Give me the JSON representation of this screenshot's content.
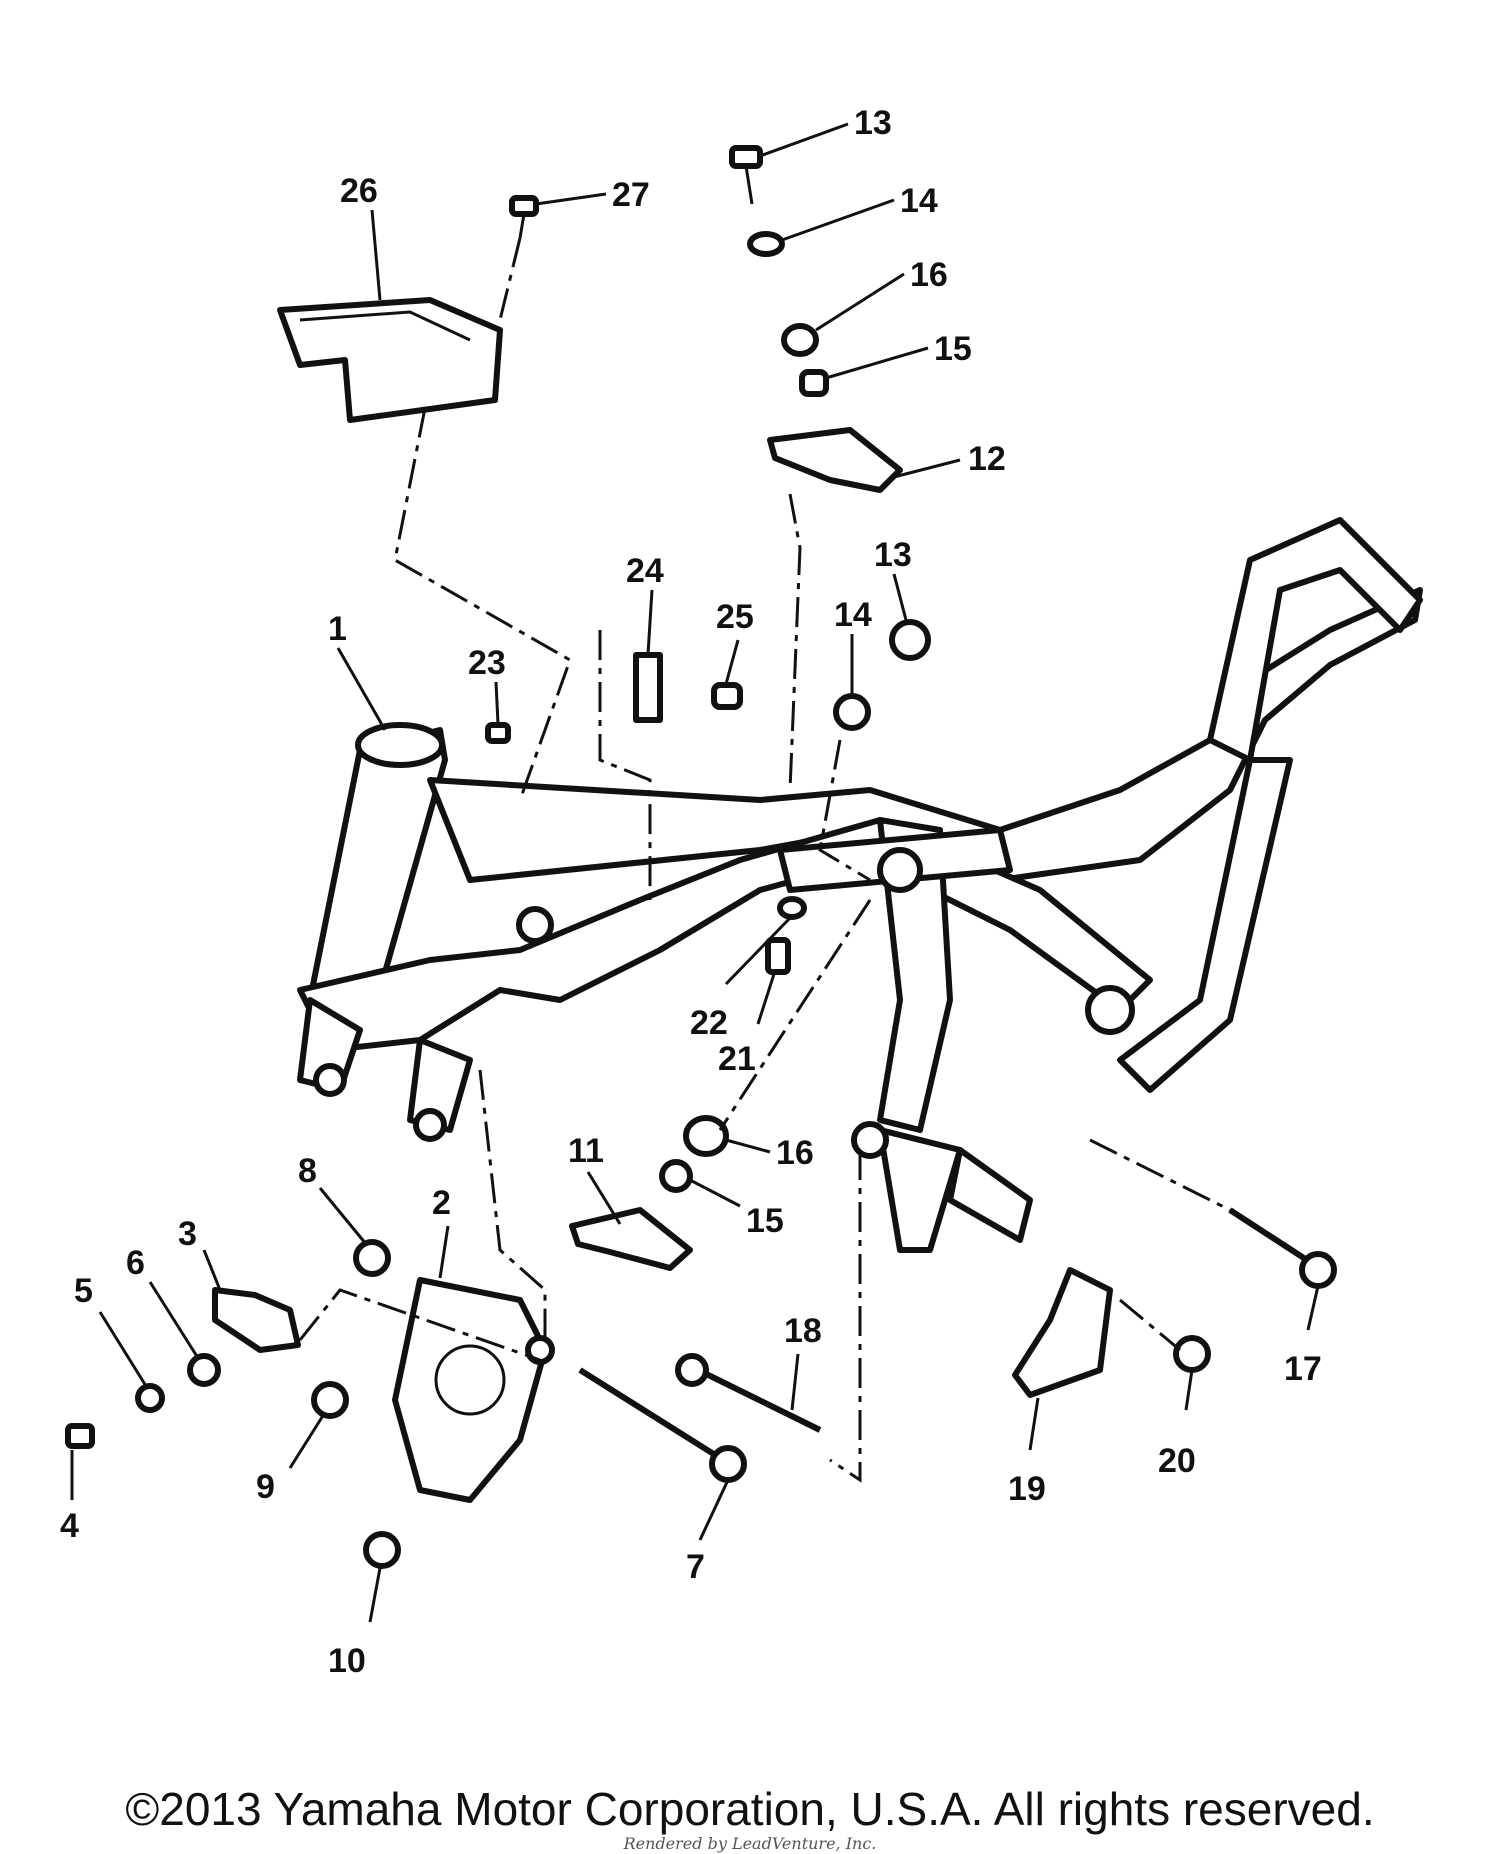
{
  "diagram": {
    "callouts": [
      "1",
      "2",
      "3",
      "4",
      "5",
      "6",
      "7",
      "8",
      "9",
      "10",
      "11",
      "12",
      "13",
      "14",
      "15",
      "16",
      "17",
      "18",
      "19",
      "20",
      "21",
      "22",
      "23",
      "24",
      "25",
      "26",
      "27",
      "13",
      "14",
      "15",
      "16"
    ]
  },
  "footer": {
    "copyright": "©2013 Yamaha Motor Corporation, U.S.A. All rights reserved.",
    "watermark": "Rendered by LeadVenture, Inc."
  }
}
